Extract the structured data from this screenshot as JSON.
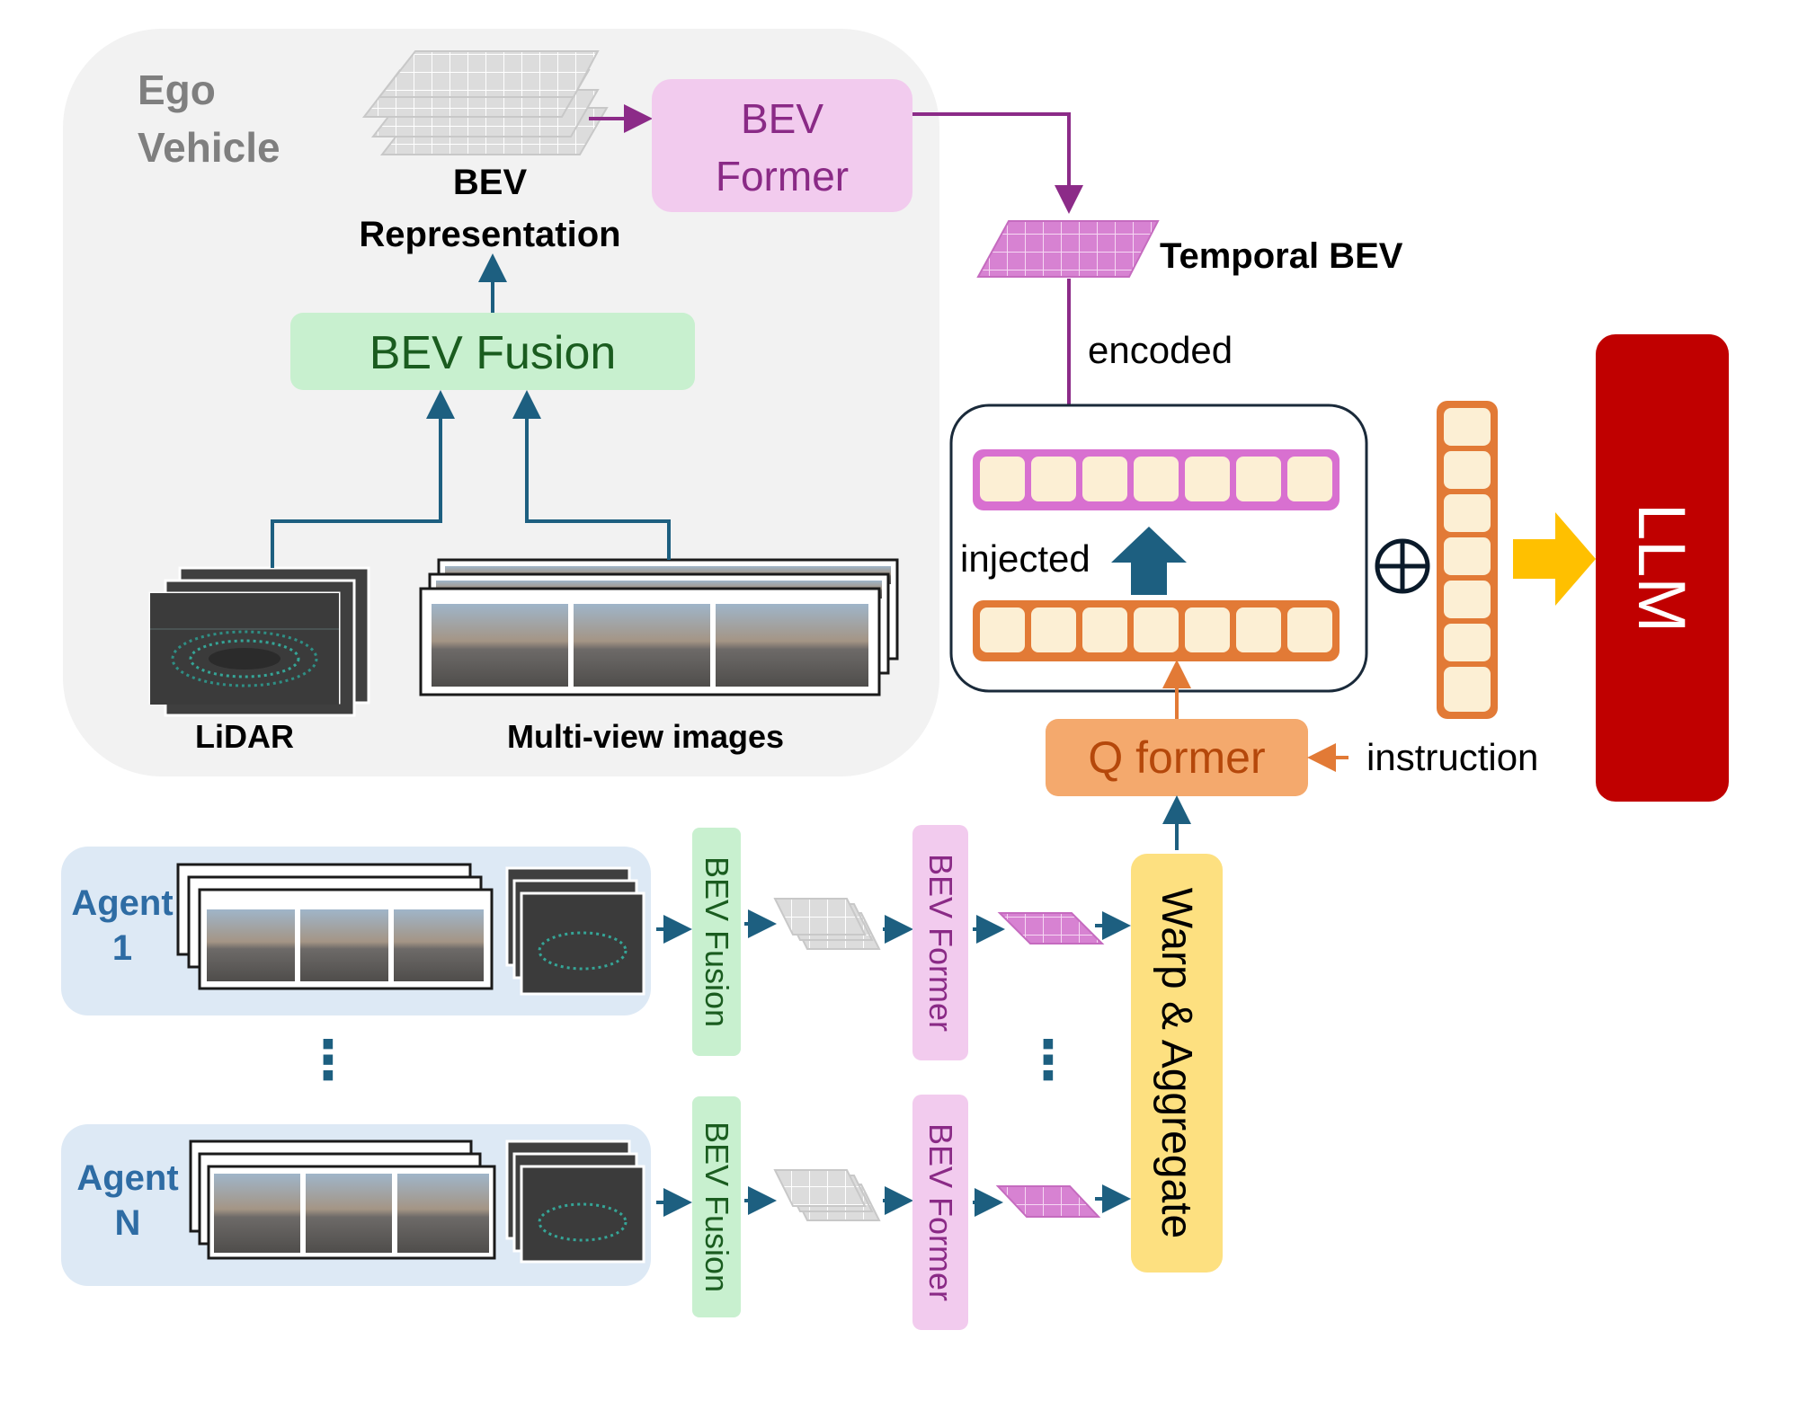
{
  "ego": {
    "title_line1": "Ego",
    "title_line2": "Vehicle",
    "bev_repr_line1": "BEV",
    "bev_repr_line2": "Representation",
    "bev_former_line1": "BEV",
    "bev_former_line2": "Former",
    "bev_fusion": "BEV Fusion",
    "lidar": "LiDAR",
    "multiview": "Multi-view images"
  },
  "temporal_bev": "Temporal BEV",
  "encoded": "encoded",
  "injected": "injected",
  "qformer": "Q former",
  "instruction": "instruction",
  "plus_symbol": "⊕",
  "llm": "LLM",
  "agents": [
    {
      "label_line1": "Agent",
      "label_line2": "1",
      "fusion": "BEV Fusion",
      "former": "BEV Former"
    },
    {
      "label_line1": "Agent",
      "label_line2": "N",
      "fusion": "BEV Fusion",
      "former": "BEV Former"
    }
  ],
  "ellipsis": "⋮",
  "warp": "Warp & Aggregate",
  "colors": {
    "ego_bg": "#f2f2f2",
    "agent_bg": "#dde9f5",
    "fusion_fill": "#c8f0cf",
    "fusion_text": "#1a5c1f",
    "former_fill": "#f2cbee",
    "former_text": "#8a2a86",
    "qformer_fill": "#f4a96d",
    "qformer_text": "#b5480b",
    "warp_fill": "#fde080",
    "llm_fill": "#c00000",
    "arrow_blue": "#1d5f80",
    "arrow_purple": "#8c2b88",
    "arrow_orange": "#e27a36",
    "arrow_yellow": "#ffc000",
    "token_fill": "#fcefd4",
    "agent_text": "#2e6ca4"
  }
}
